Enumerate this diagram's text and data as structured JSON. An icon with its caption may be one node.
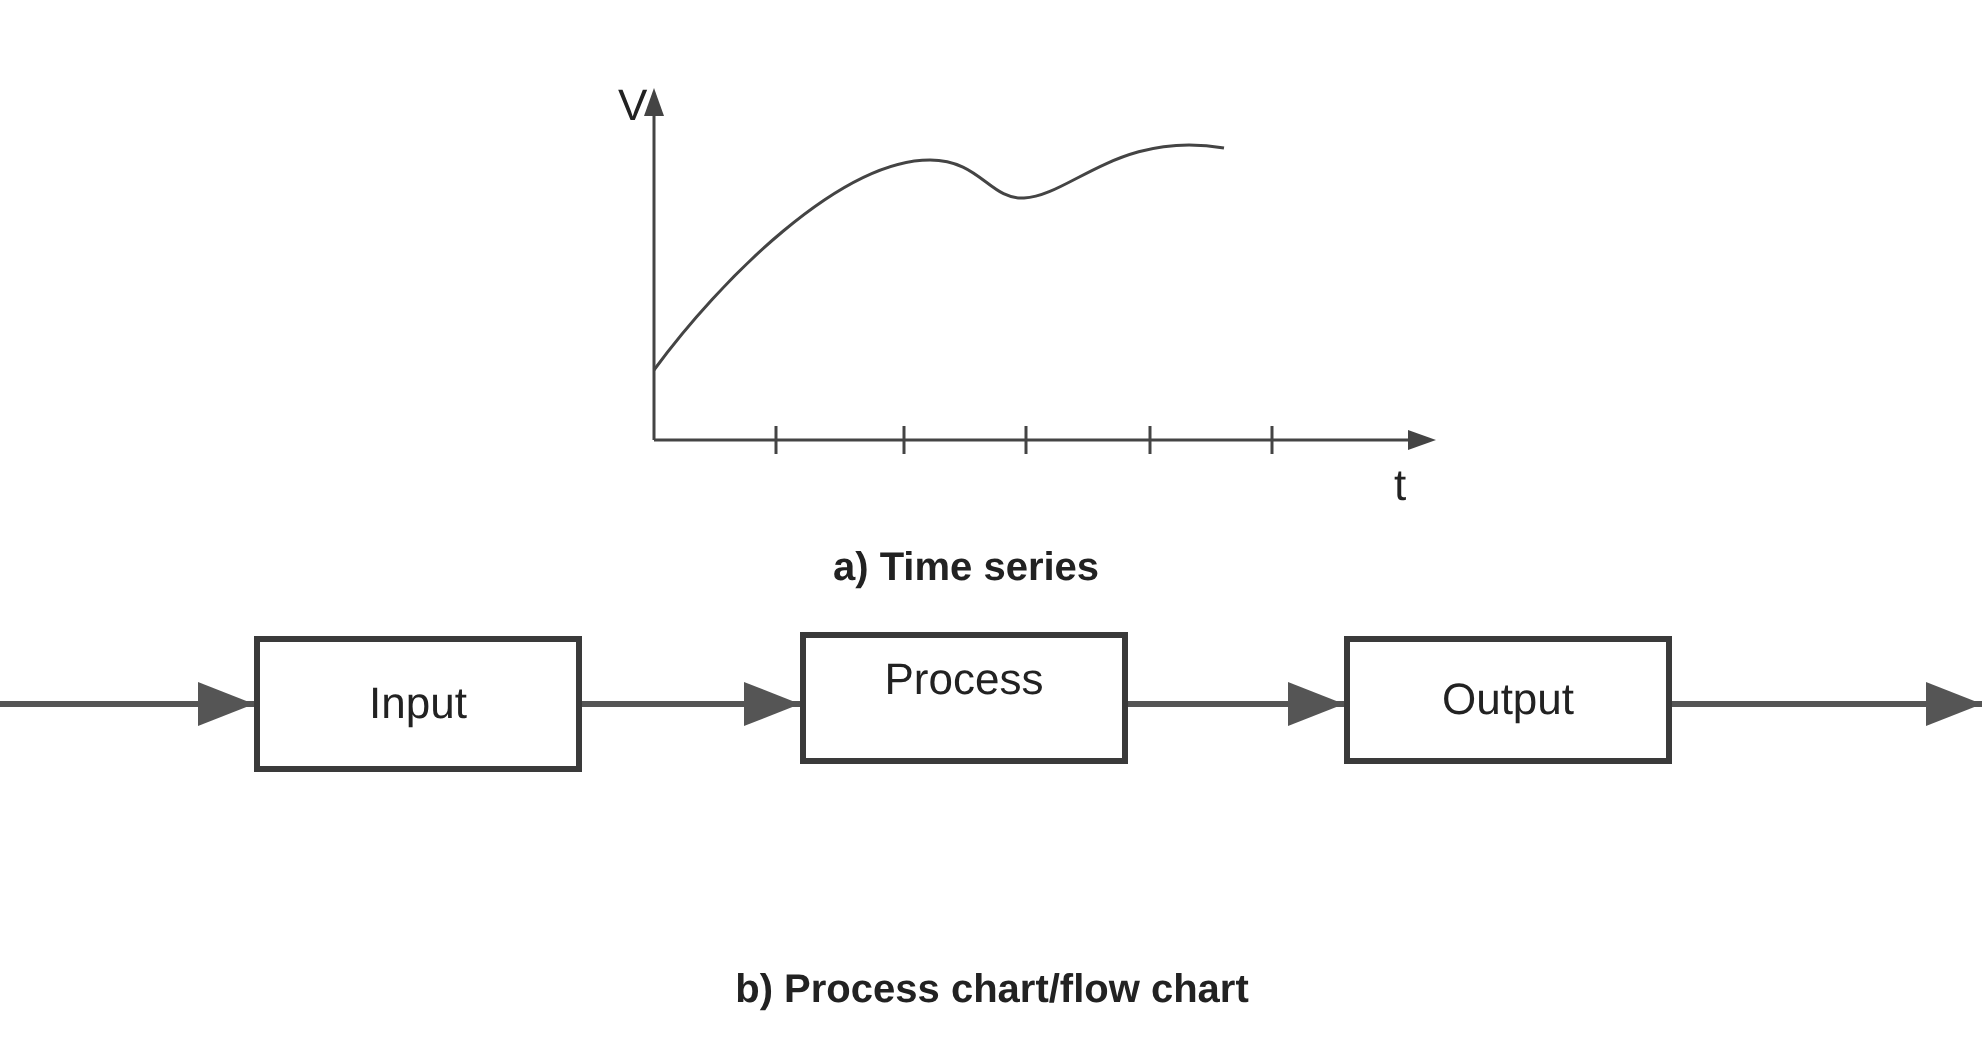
{
  "diagram": {
    "nodes": [
      {
        "text": [
          "Input"
        ]
      },
      {
        "text": [
          "Process"
        ]
      },
      {
        "text": [
          "Output"
        ]
      }
    ],
    "edges": [
      {
        "from": null,
        "to": 0,
        "arrow": "to"
      },
      {
        "from": 0,
        "to": 1,
        "arrow": "to"
      },
      {
        "from": 1,
        "to": 2,
        "arrow": "to"
      },
      {
        "from": 2,
        "to": null,
        "arrow": "to"
      }
    ],
    "labels": [
      "V",
      "t",
      "a) Time series",
      "b) Process chart/flow chart"
    ]
  }
}
